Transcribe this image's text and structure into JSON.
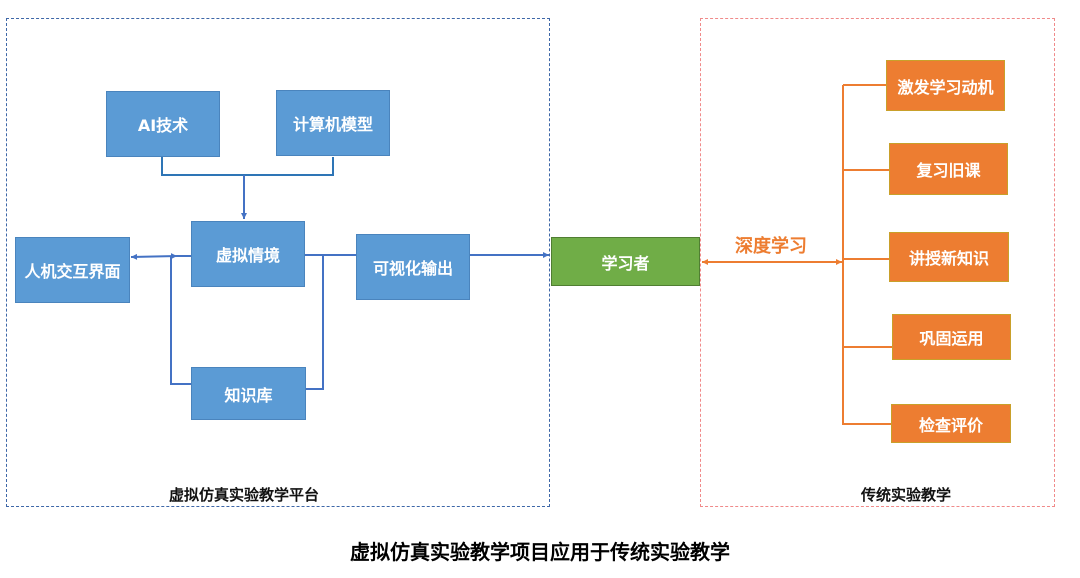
{
  "platform": {
    "label": "虚拟仿真实验教学平台",
    "nodes": {
      "ai": "AI技术",
      "computer_model": "计算机模型",
      "virtual_scene": "虚拟情境",
      "hci": "人机交互界面",
      "visual_output": "可视化输出",
      "knowledge_base": "知识库"
    }
  },
  "learner": "学习者",
  "link_label": "深度学习",
  "traditional": {
    "label": "传统实验教学",
    "steps": [
      "激发学习动机",
      "复习旧课",
      "讲授新知识",
      "巩固运用",
      "检查评价"
    ]
  },
  "caption": "虚拟仿真实验教学项目应用于传统实验教学",
  "colors": {
    "platform_box": "#5b9bd5",
    "learner_box": "#70ad47",
    "traditional_box": "#ed7d31",
    "platform_connector": "#4472c4",
    "traditional_connector": "#ed7d31"
  }
}
